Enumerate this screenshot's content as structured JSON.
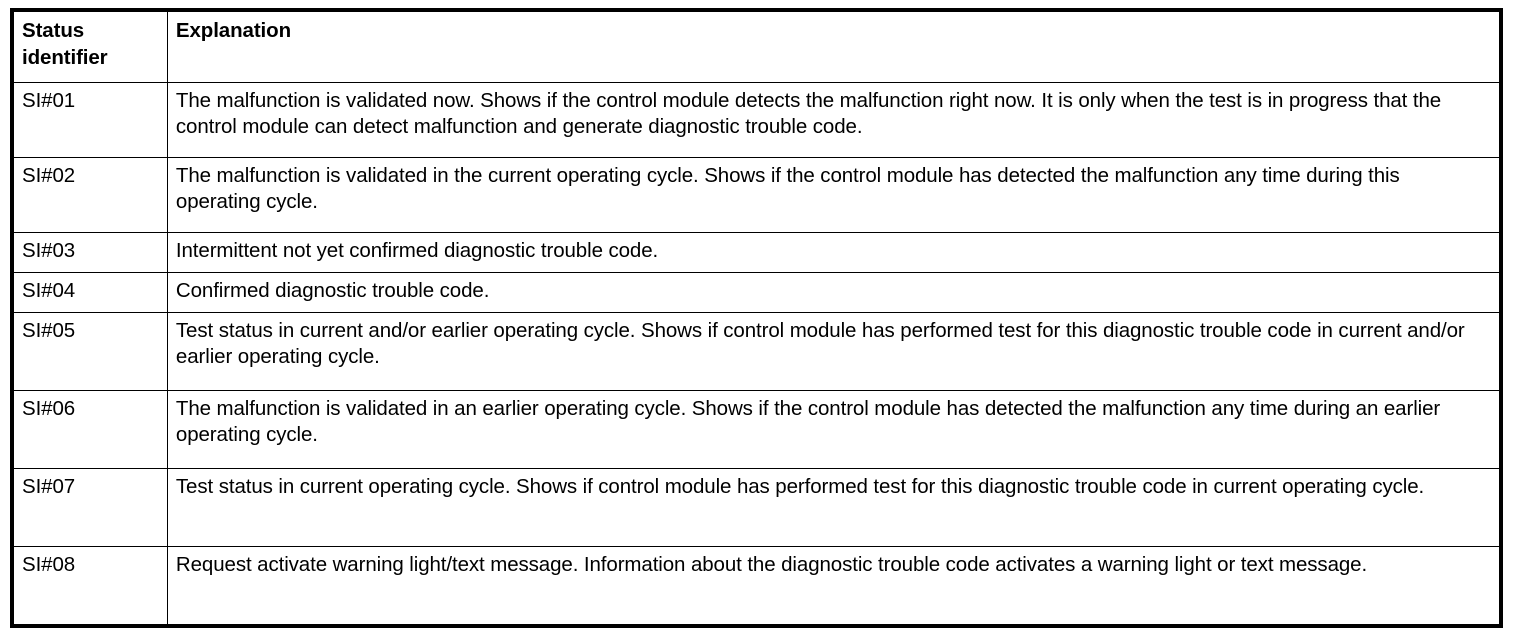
{
  "table": {
    "name": "status-identifier-explanation-table",
    "headers": {
      "status_identifier_line1": "Status",
      "status_identifier_line2": "identifier",
      "explanation": "Explanation"
    },
    "columns": [
      "Status identifier",
      "Explanation"
    ],
    "rows": [
      {
        "id": "SI#01",
        "explanation": "The malfunction is validated now. Shows if the control module detects the malfunction right now. It is only when the test is in progress that the control module can detect malfunction and generate diagnostic trouble code."
      },
      {
        "id": "SI#02",
        "explanation": "The malfunction is validated in the current operating cycle. Shows if the control module has detected the malfunction any time during this operating cycle."
      },
      {
        "id": "SI#03",
        "explanation": "Intermittent not yet confirmed diagnostic trouble code."
      },
      {
        "id": "SI#04",
        "explanation": "Confirmed diagnostic trouble code."
      },
      {
        "id": "SI#05",
        "explanation": "Test status in current and/or earlier operating cycle. Shows if control module has performed test for this diagnostic trouble code in current and/or earlier operating cycle."
      },
      {
        "id": "SI#06",
        "explanation": "The malfunction is validated in an earlier operating cycle. Shows if the control module has detected the malfunction any time during an earlier operating cycle."
      },
      {
        "id": "SI#07",
        "explanation": "Test status in current operating cycle. Shows if control module has performed test for this diagnostic trouble code in current operating cycle."
      },
      {
        "id": "SI#08",
        "explanation": "Request activate warning light/text message. Information about the diagnostic trouble code activates a warning light or text message."
      }
    ]
  },
  "colors": {
    "border": "#000000",
    "text": "#000000",
    "background": "#ffffff"
  }
}
